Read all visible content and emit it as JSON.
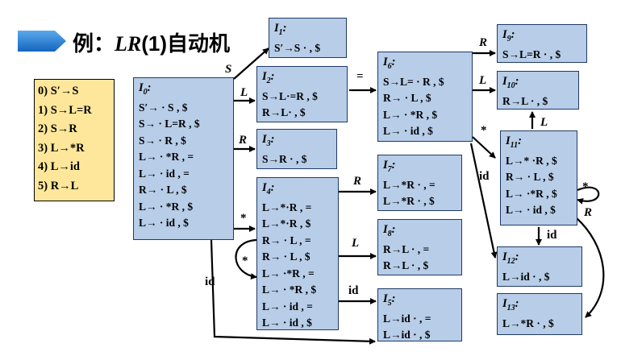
{
  "title": {
    "prefix": "例：",
    "lr": "LR",
    "num": "(1)",
    "suffix": "自动机"
  },
  "grammar": [
    "0) S′→S",
    "1) S→L=R",
    "2) S→R",
    "3) L→*R",
    "4) L→id",
    "5) R→L"
  ],
  "states": {
    "I0": {
      "name": "I",
      "sub": "0",
      "items": [
        "S′→ · S , $",
        "S→ · L=R , $",
        "S→ · R , $",
        "L→ · *R , =",
        "L→ · id , =",
        "R→ · L , $",
        "L→ · *R , $",
        "L→ · id , $"
      ]
    },
    "I1": {
      "name": "I",
      "sub": "1",
      "items": [
        "S′→S · , $"
      ]
    },
    "I2": {
      "name": "I",
      "sub": "2",
      "items": [
        "S→L·=R , $",
        "R→L· , $"
      ]
    },
    "I3": {
      "name": "I",
      "sub": "3",
      "items": [
        "S→R · , $"
      ]
    },
    "I4": {
      "name": "I",
      "sub": "4",
      "items": [
        "L→*·R , =",
        "L→*·R , $",
        "R→ · L , =",
        "R→ · L , $",
        "L→ ·*R , =",
        "L→ · *R , $",
        "L→ · id , =",
        "L→ · id , $"
      ]
    },
    "I5": {
      "name": "I",
      "sub": "5",
      "items": [
        "L→id · , =",
        "L→id · , $"
      ]
    },
    "I6": {
      "name": "I",
      "sub": "6",
      "items": [
        "S→L= · R , $",
        "R→ · L , $",
        "L→ · *R , $",
        "L→ · id , $"
      ]
    },
    "I7": {
      "name": "I",
      "sub": "7",
      "items": [
        "L→*R · , =",
        "L→*R · , $"
      ]
    },
    "I8": {
      "name": "I",
      "sub": "8",
      "items": [
        "R→L · , =",
        "R→L · , $"
      ]
    },
    "I9": {
      "name": "I",
      "sub": "9",
      "items": [
        "S→L=R · , $"
      ]
    },
    "I10": {
      "name": "I",
      "sub": "10",
      "items": [
        "R→L · , $"
      ]
    },
    "I11": {
      "name": "I",
      "sub": "11",
      "items": [
        "L→* ·R , $",
        "R→ · L , $",
        "L→ ·*R , $",
        "L→ · id , $"
      ]
    },
    "I12": {
      "name": "I",
      "sub": "12",
      "items": [
        "L→id · , $"
      ]
    },
    "I13": {
      "name": "I",
      "sub": "13",
      "items": [
        "L→*R · , $"
      ]
    }
  },
  "edge_labels": {
    "S": "S",
    "L": "L",
    "R": "R",
    "star": "*",
    "id": "id",
    "eq": "=",
    "R47": "R",
    "L48": "L",
    "id45": "id",
    "star44": "*",
    "R69": "R",
    "L610": "L",
    "star611": "*",
    "id612": "id",
    "L1110": "L",
    "star1111": "*",
    "R1113": "R",
    "id1112": "id"
  },
  "colors": {
    "state_fill": "#b7cde8",
    "state_border": "#1f3a66",
    "grammar_fill": "#fee79a",
    "title_arrow": "#1a73c9",
    "edge": "#000000"
  }
}
